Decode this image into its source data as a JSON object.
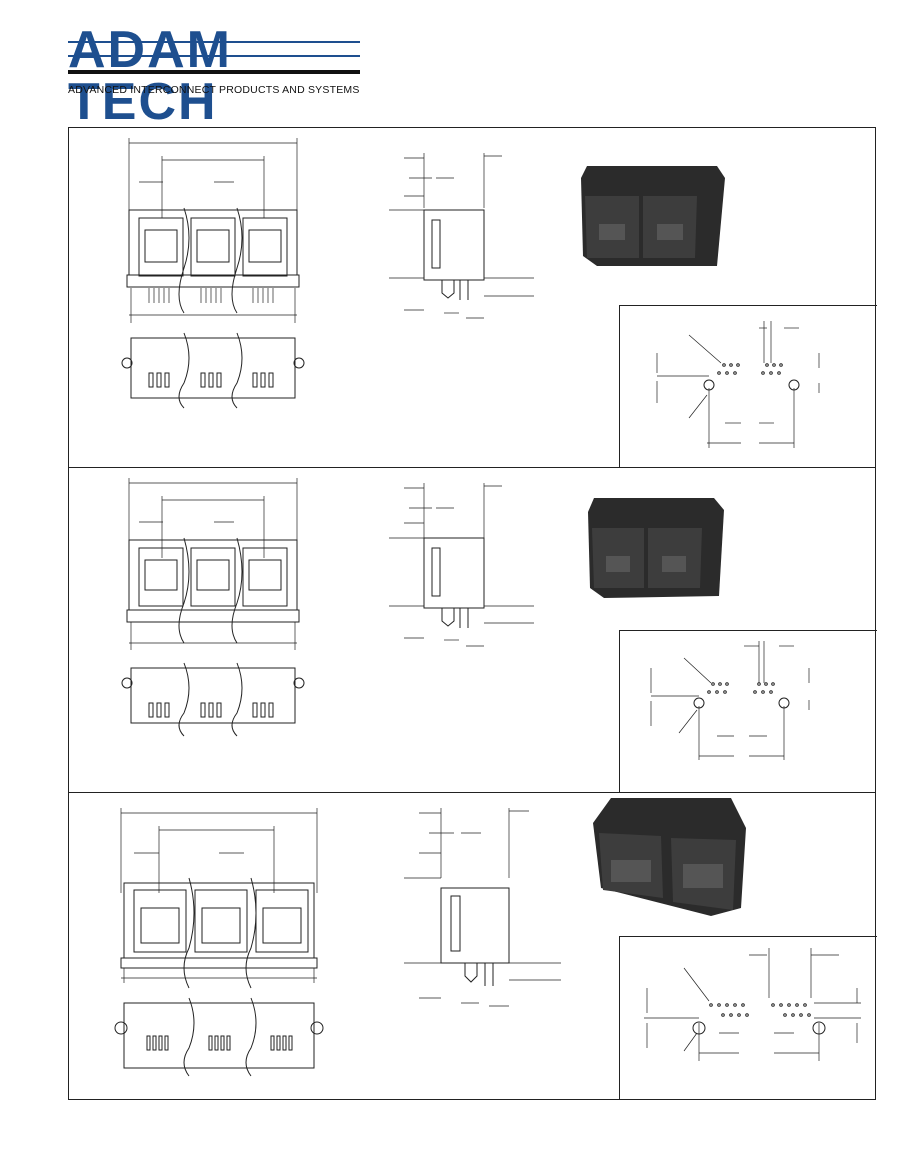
{
  "brand": {
    "name": "ADAM TECH",
    "tagline": "ADVANCED INTERCONNECT PRODUCTS AND SYSTEMS",
    "color": "#1e4f8f"
  },
  "sections": [
    {
      "id": "section-1"
    },
    {
      "id": "section-2"
    },
    {
      "id": "section-3"
    }
  ]
}
